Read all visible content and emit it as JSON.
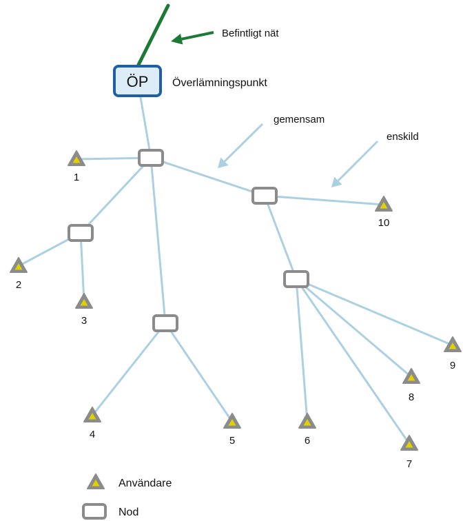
{
  "annotations": {
    "existing_network": "Befintligt nät",
    "handover_point": "Överlämningspunkt",
    "shared": "gemensam",
    "individual": "enskild"
  },
  "op_box": {
    "label": "ÖP"
  },
  "users": [
    {
      "id": "u1",
      "label": "1"
    },
    {
      "id": "u2",
      "label": "2"
    },
    {
      "id": "u3",
      "label": "3"
    },
    {
      "id": "u4",
      "label": "4"
    },
    {
      "id": "u5",
      "label": "5"
    },
    {
      "id": "u6",
      "label": "6"
    },
    {
      "id": "u7",
      "label": "7"
    },
    {
      "id": "u8",
      "label": "8"
    },
    {
      "id": "u9",
      "label": "9"
    },
    {
      "id": "u10",
      "label": "10"
    }
  ],
  "legend": {
    "user_label": "Användare",
    "node_label": "Nod"
  },
  "colors": {
    "link": "#abd0e1",
    "existing_network": "#1d7a35",
    "op_border": "#1f5fa8",
    "op_fill": "#dcedf8",
    "node_border": "#8b8b8b",
    "triangle_outer": "#8b8b8b",
    "triangle_inner": "#e2d100"
  }
}
